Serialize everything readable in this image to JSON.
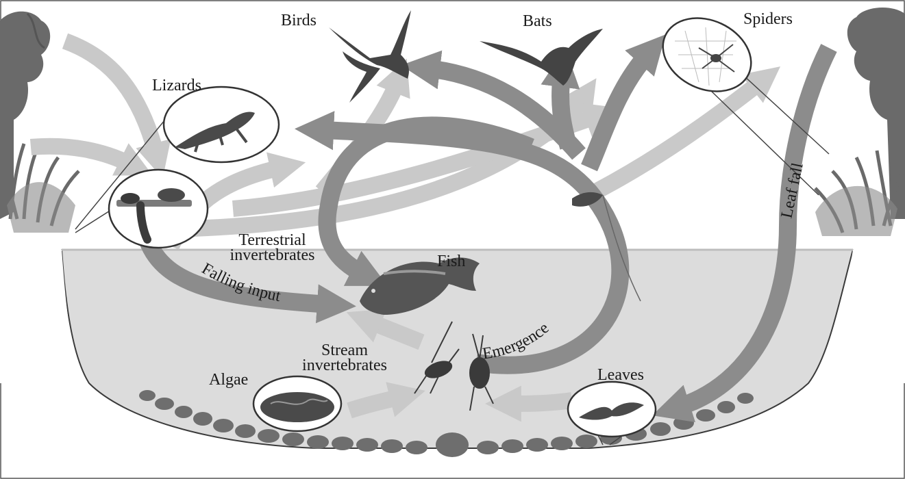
{
  "diagram": {
    "labels": {
      "birds": "Birds",
      "bats": "Bats",
      "spiders": "Spiders",
      "lizards": "Lizards",
      "terrestrial_invertebrates": [
        "Terrestrial",
        "invertebrates"
      ],
      "fish": "Fish",
      "falling_input": "Falling input",
      "emergence": "Emergence",
      "leaf_fall": "Leaf fall",
      "stream_invertebrates": [
        "Stream",
        "invertebrates"
      ],
      "algae": "Algae",
      "leaves": "Leaves"
    },
    "colors": {
      "background": "#ffffff",
      "water": "#dcdcdc",
      "channel_outline": "#3a3a3a",
      "dark_arrow": "#8c8c8c",
      "light_arrow": "#c9c9c9",
      "pebbles": "#6e6e6e",
      "vegetation": "#6a6a6a",
      "label_text": "#1a1a1a"
    }
  }
}
